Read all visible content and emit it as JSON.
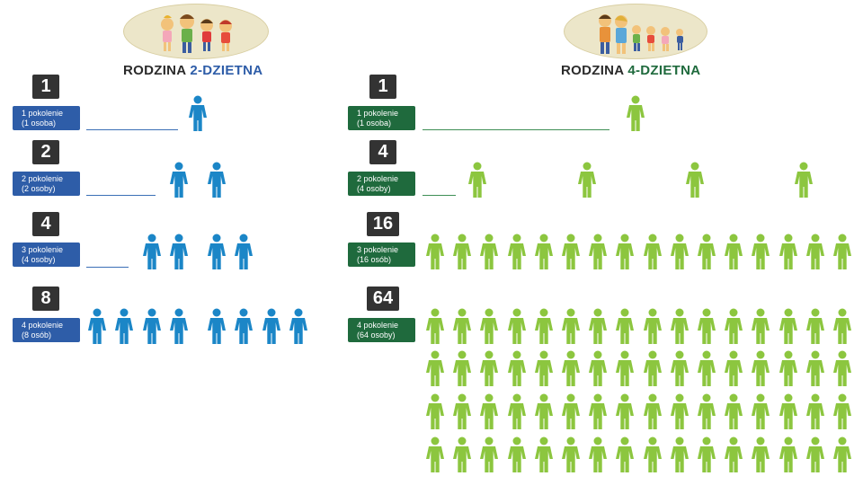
{
  "colors": {
    "blue_person": "#1b86c7",
    "green_person": "#8cc63f",
    "blue_label": "#2e5da8",
    "green_label": "#1f6a3d",
    "number_box": "#333333",
    "title_blue": "#2e5da8",
    "title_green": "#1f6a3d"
  },
  "left": {
    "title_prefix": "RODZINA ",
    "title_accent": "2-DZIETNA",
    "icon": "family-with-two-children-icon",
    "rows": [
      {
        "count": "1",
        "gen_line1": "1 pokolenie",
        "gen_line2": "(1 osoba)",
        "people": 1
      },
      {
        "count": "2",
        "gen_line1": "2 pokolenie",
        "gen_line2": "(2 osoby)",
        "people": 2
      },
      {
        "count": "4",
        "gen_line1": "3 pokolenie",
        "gen_line2": "(4 osoby)",
        "people": 4
      },
      {
        "count": "8",
        "gen_line1": "4 pokolenie",
        "gen_line2": "(8 osób)",
        "people": 8
      }
    ]
  },
  "right": {
    "title_prefix": "RODZINA ",
    "title_accent": "4-DZIETNA",
    "icon": "family-with-four-children-icon",
    "rows": [
      {
        "count": "1",
        "gen_line1": "1 pokolenie",
        "gen_line2": "(1 osoba)",
        "people": 1
      },
      {
        "count": "4",
        "gen_line1": "2 pokolenie",
        "gen_line2": "(4 osoby)",
        "people": 4
      },
      {
        "count": "16",
        "gen_line1": "3 pokolenie",
        "gen_line2": "(16 osób)",
        "people": 16
      },
      {
        "count": "64",
        "gen_line1": "4 pokolenie",
        "gen_line2": "(64 osoby)",
        "people": 64
      }
    ]
  }
}
